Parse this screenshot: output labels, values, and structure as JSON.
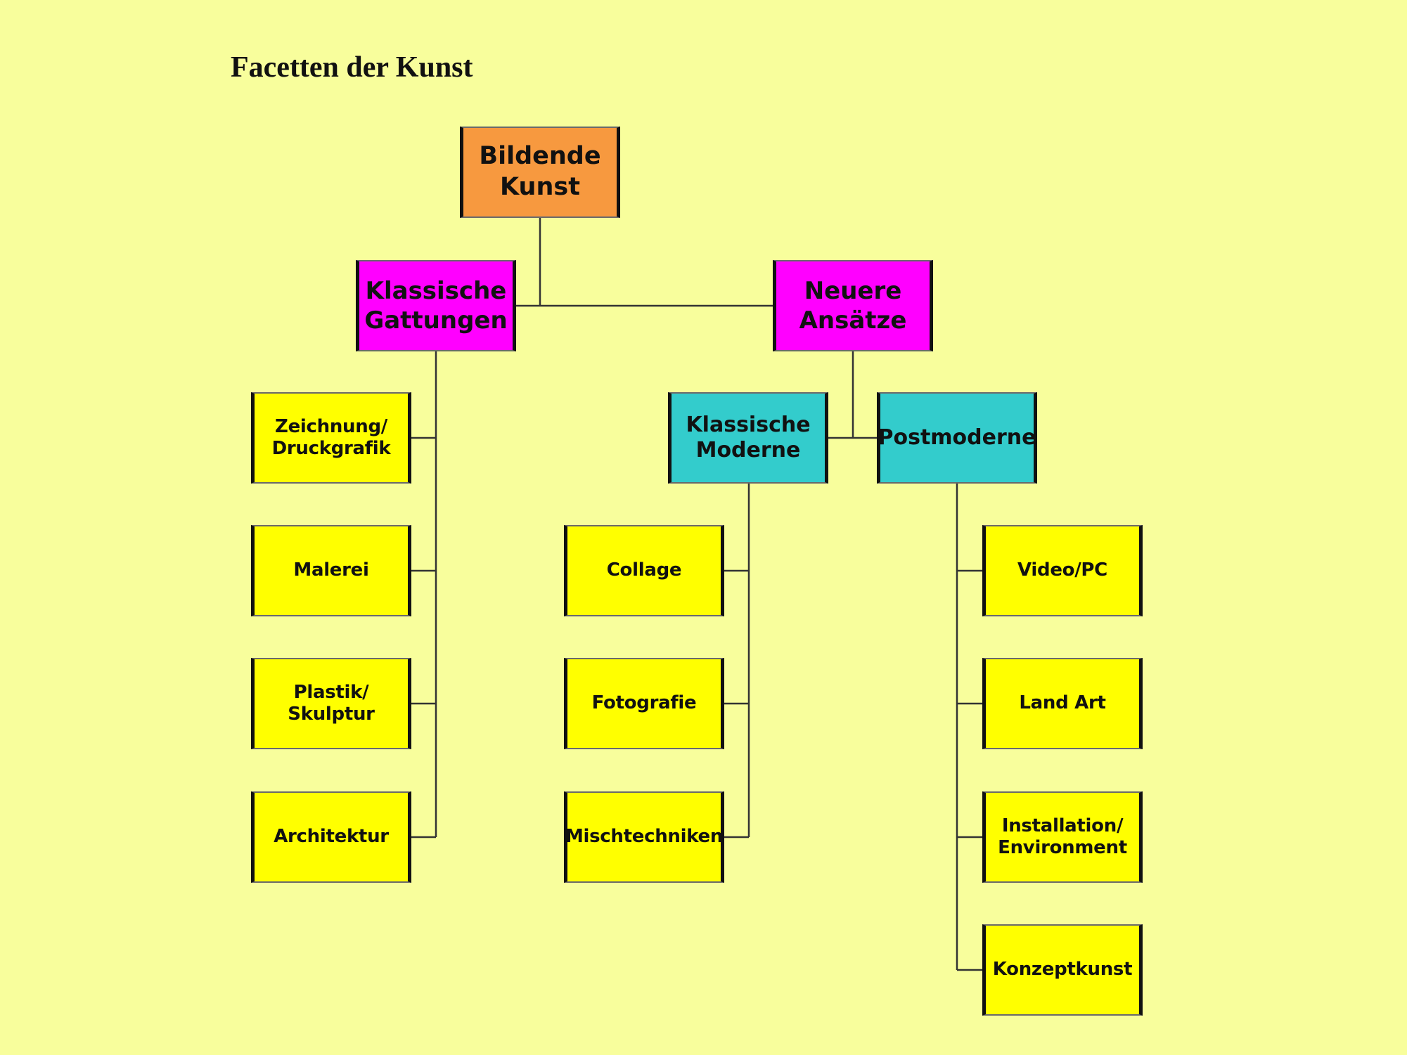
{
  "title": "Facetten der Kunst",
  "colors": {
    "background": "#F8FE9C",
    "root": "#F7993F",
    "category": "#FF00FF",
    "subcategory": "#33CCCC",
    "leaf": "#FFFF00",
    "connector": "#333333"
  },
  "nodes": {
    "root": "Bildende\nKunst",
    "klassische_gattungen": "Klassische\nGattungen",
    "neuere_ansaetze": "Neuere\nAnsätze",
    "klassische_moderne": "Klassische\nModerne",
    "postmoderne": "Postmoderne",
    "gattungen_items": [
      "Zeichnung/\nDruckgrafik",
      "Malerei",
      "Plastik/\nSkulptur",
      "Architektur"
    ],
    "moderne_items": [
      "Collage",
      "Fotografie",
      "Mischtechniken"
    ],
    "postmoderne_items": [
      "Video/PC",
      "Land Art",
      "Installation/\nEnvironment",
      "Konzeptkunst"
    ]
  }
}
